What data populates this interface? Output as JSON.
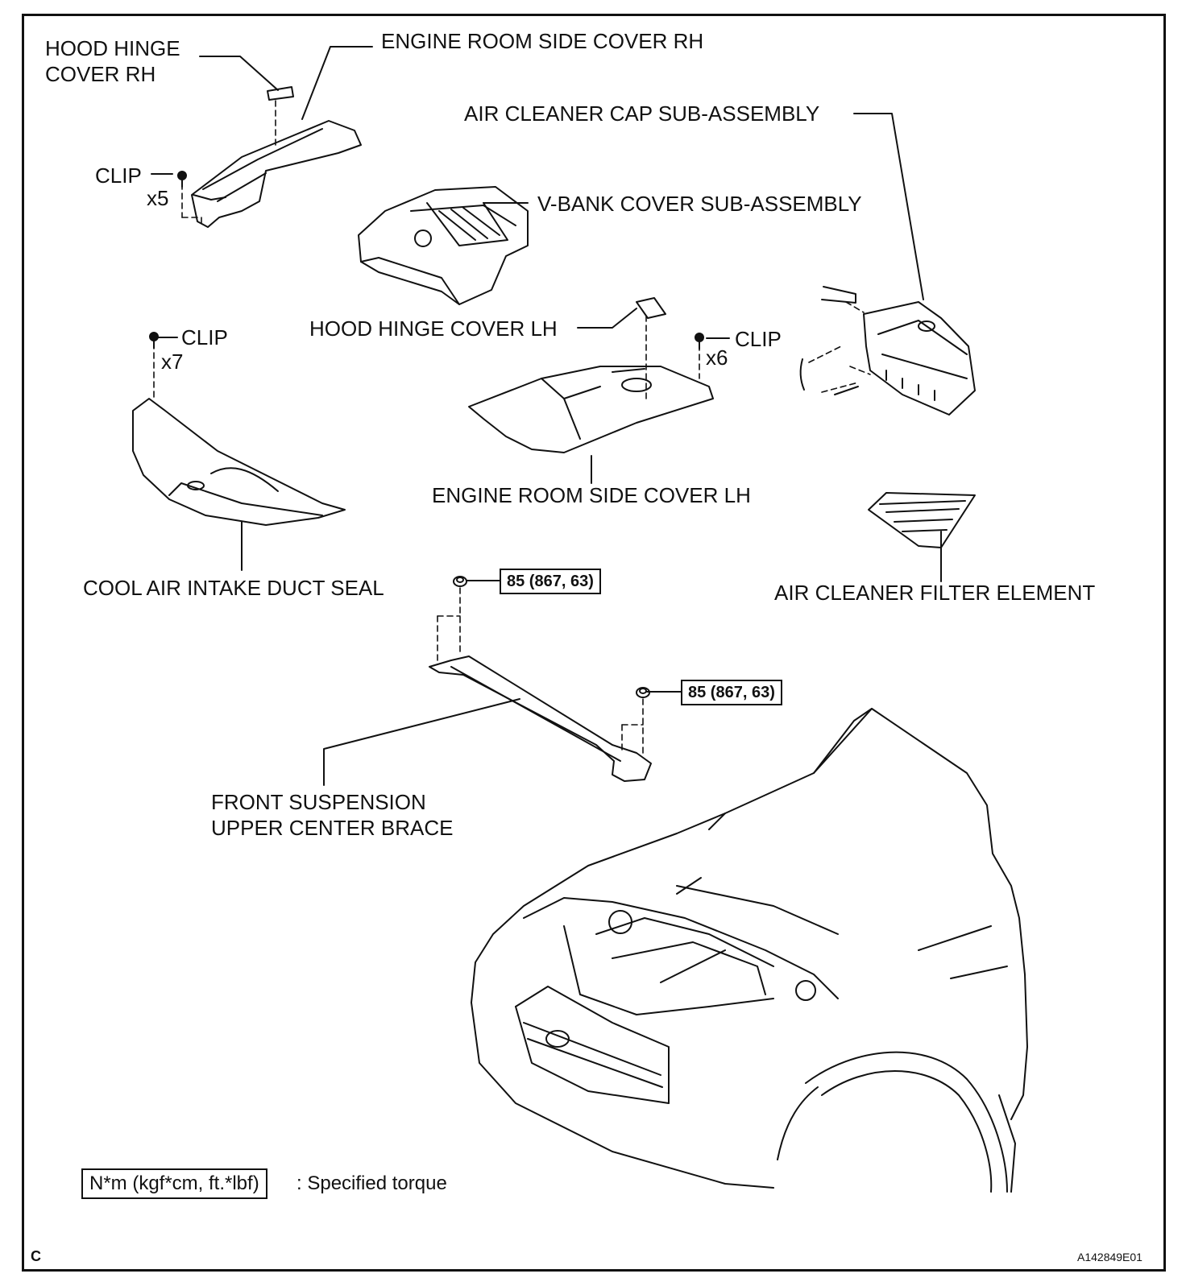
{
  "labels": {
    "hood_hinge_cover_rh": "HOOD HINGE\nCOVER RH",
    "engine_room_side_cover_rh": "ENGINE ROOM SIDE COVER RH",
    "air_cleaner_cap": "AIR CLEANER CAP SUB-ASSEMBLY",
    "clip_1": "CLIP",
    "x5": "x5",
    "v_bank_cover": "V-BANK COVER SUB-ASSEMBLY",
    "clip_2": "CLIP",
    "x7": "x7",
    "hood_hinge_cover_lh": "HOOD HINGE COVER LH",
    "clip_3": "CLIP",
    "x6": "x6",
    "engine_room_side_cover_lh": "ENGINE ROOM SIDE COVER LH",
    "cool_air_intake_duct_seal": "COOL AIR INTAKE DUCT SEAL",
    "air_cleaner_filter": "AIR CLEANER FILTER ELEMENT",
    "front_suspension_brace": "FRONT SUSPENSION\nUPPER CENTER BRACE"
  },
  "torque": {
    "nut_1": "85 (867, 63)",
    "nut_2": "85 (867, 63)"
  },
  "legend": {
    "unit": "N*m (kgf*cm, ft.*lbf)",
    "description": ": Specified torque"
  },
  "corner": {
    "left": "C",
    "right": "A142849E01"
  }
}
